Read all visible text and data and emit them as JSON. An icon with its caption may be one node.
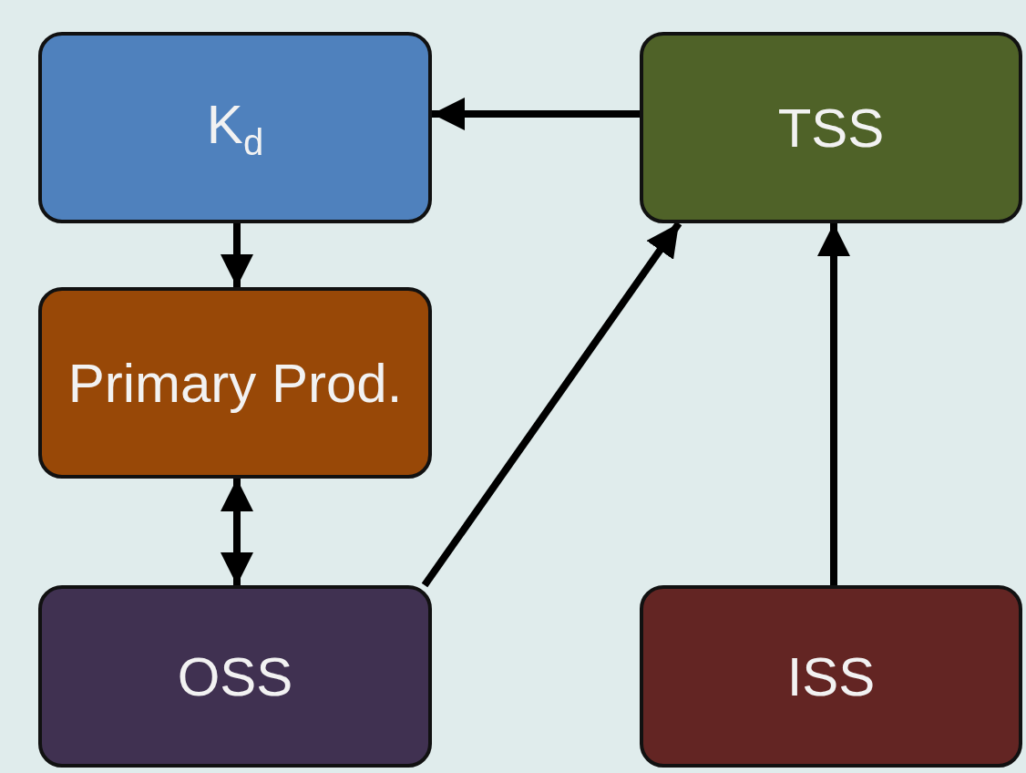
{
  "diagram": {
    "nodes": [
      {
        "text": [
          "K$_{d}$"
        ]
      },
      {
        "text": [
          "TSS"
        ]
      },
      {
        "text": [
          "Primary Prod."
        ]
      },
      {
        "text": [
          "OSS"
        ]
      },
      {
        "text": [
          "ISS"
        ]
      }
    ],
    "edges": [
      {
        "from": 1,
        "to": 0,
        "arrow": "to"
      },
      {
        "from": 0,
        "to": 2,
        "arrow": "to"
      },
      {
        "from": 2,
        "to": 3,
        "arrow": "both"
      },
      {
        "from": 3,
        "to": 1,
        "arrow": "to"
      },
      {
        "from": 4,
        "to": 1,
        "arrow": "to"
      }
    ]
  }
}
